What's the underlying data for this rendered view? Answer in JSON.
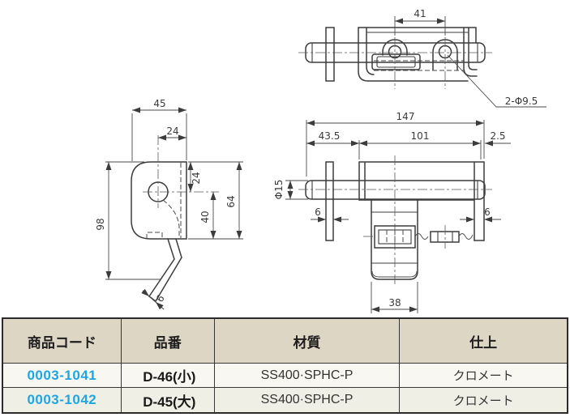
{
  "page": {
    "background": "#ffffff"
  },
  "drawing": {
    "line_color": "#3c3c3c",
    "dims": {
      "top_hole_spacing": "41",
      "top_hole_callout": "2-Φ9.5",
      "side_width": "45",
      "side_hole_offset": "24",
      "side_top_to_hole": "24",
      "side_hole_to_bottom": "40",
      "side_plate_height": "64",
      "side_total_height": "98",
      "side_tail_thickness": "6",
      "front_total_width": "147",
      "front_left_section": "43.5",
      "front_mid_section": "101",
      "front_right_gap": "2.5",
      "front_pin_diameter": "Φ15",
      "front_left_plate_thickness": "6",
      "front_right_plate_thickness": "6",
      "front_latch_width": "38"
    }
  },
  "table": {
    "header_bg": "#ded6c4",
    "row_alt_bg": "#f0efe5",
    "border_color": "#2b2b2b",
    "code_color": "#1ea6e0",
    "headers": [
      "商品コード",
      "品番",
      "材質",
      "仕上"
    ],
    "rows": [
      {
        "code": "0003-1041",
        "part_no": "D-46(小)",
        "material": "SS400·SPHC-P",
        "finish": "クロメート"
      },
      {
        "code": "0003-1042",
        "part_no": "D-45(大)",
        "material": "SS400·SPHC-P",
        "finish": "クロメート"
      }
    ]
  }
}
